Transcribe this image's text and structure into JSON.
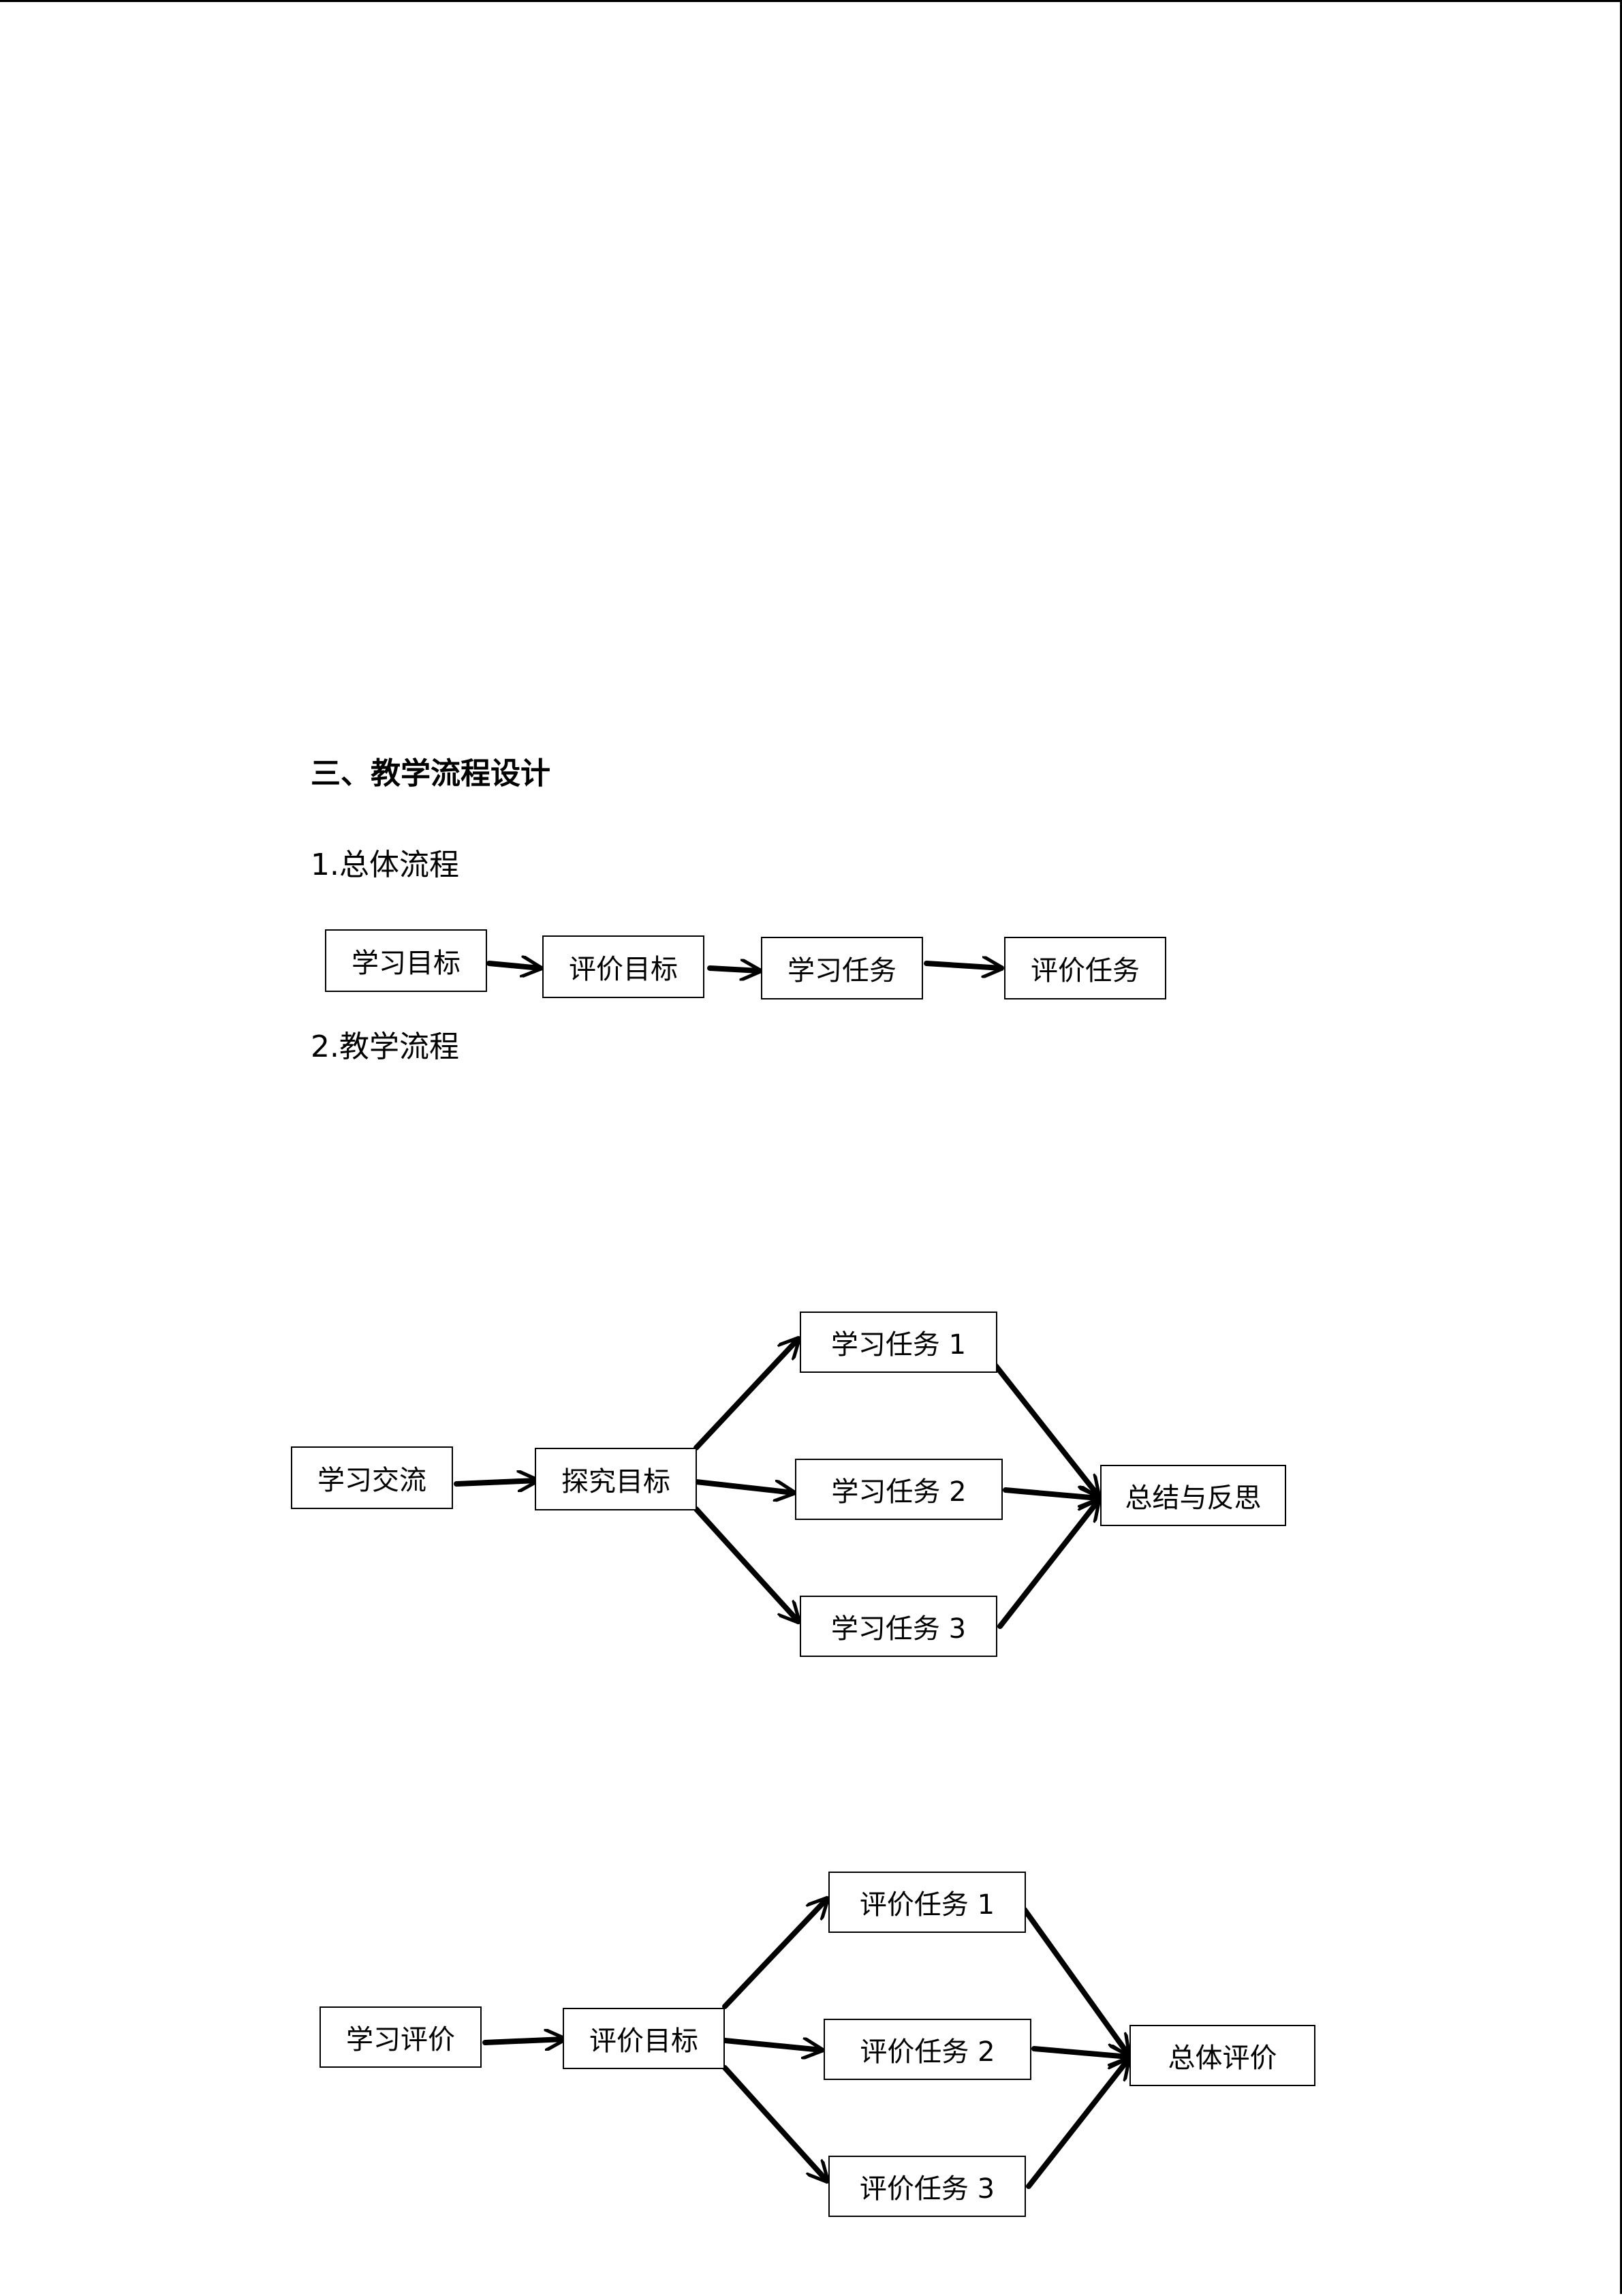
{
  "section": {
    "title": "三、教学流程设计",
    "sub1": "1.总体流程",
    "sub2": "2.教学流程"
  },
  "overall_flow": {
    "steps": [
      "学习目标",
      "评价目标",
      "学习任务",
      "评价任务"
    ]
  },
  "teaching_flow": {
    "start": "学习交流",
    "middle": "探究目标",
    "tasks": [
      "学习任务 1",
      "学习任务 2",
      "学习任务 3"
    ],
    "end": "总结与反思"
  },
  "evaluation_flow": {
    "start": "学习评价",
    "middle": "评价目标",
    "tasks": [
      "评价任务 1",
      "评价任务 2",
      "评价任务 3"
    ],
    "end": "总体评价"
  }
}
